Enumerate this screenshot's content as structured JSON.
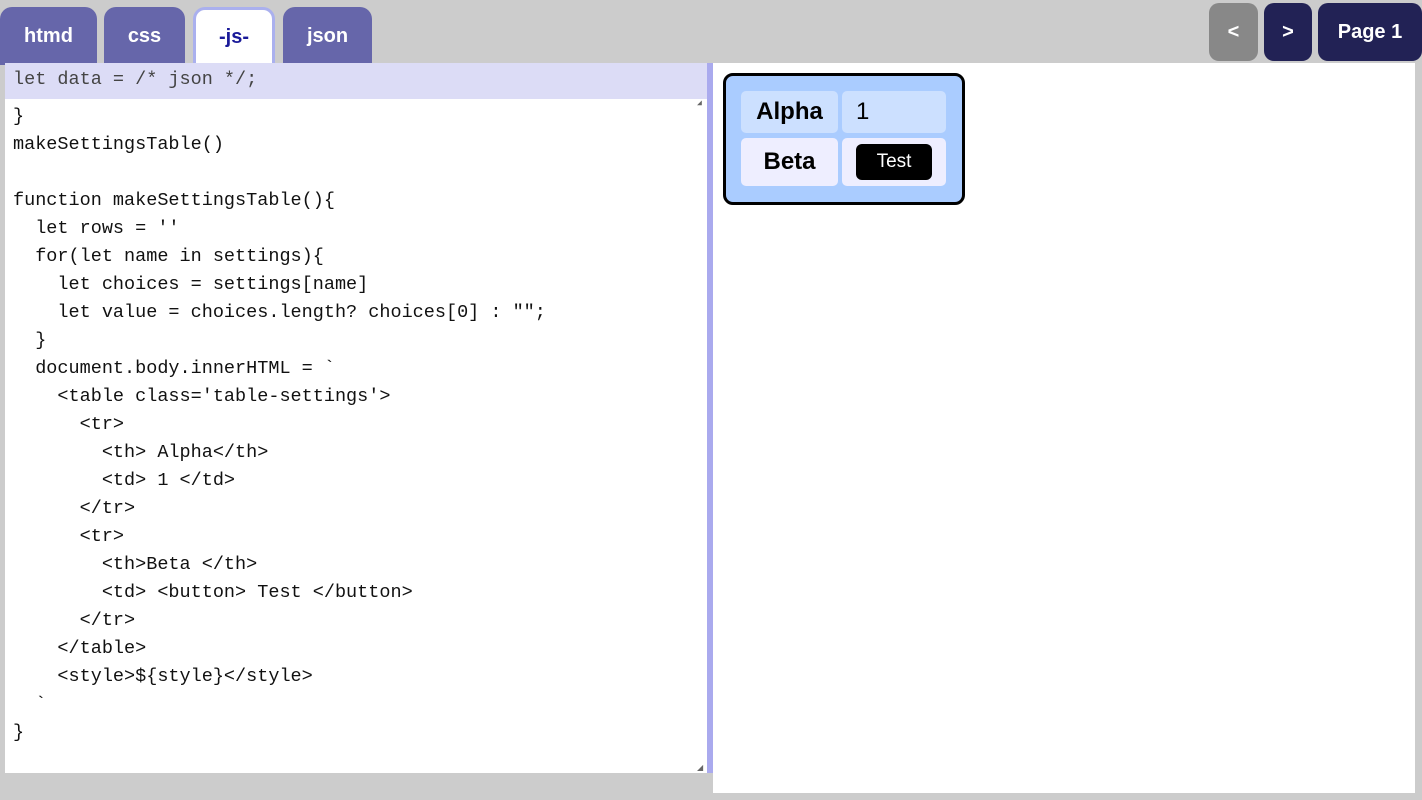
{
  "tabs": [
    {
      "label": "htmd"
    },
    {
      "label": "css"
    },
    {
      "label": "-js-",
      "active": true
    },
    {
      "label": "json"
    }
  ],
  "nav": {
    "prev": "<",
    "next": ">",
    "page": "Page 1"
  },
  "editor": {
    "header": "let data = /* json */;",
    "code": "  'beta' : words('a b c d e')\n}\nmakeSettingsTable()\n\nfunction makeSettingsTable(){\n  let rows = ''\n  for(let name in settings){\n    let choices = settings[name]\n    let value = choices.length? choices[0] : \"\";\n  }\n  document.body.innerHTML = `\n    <table class='table-settings'>\n      <tr>\n        <th> Alpha</th>\n        <td> 1 </td>\n      </tr>\n      <tr>\n        <th>Beta </th>\n        <td> <button> Test </button>\n      </tr>\n    </table>\n    <style>${style}</style>\n  `\n}"
  },
  "preview": {
    "rows": [
      {
        "label": "Alpha",
        "value": "1"
      },
      {
        "label": "Beta",
        "button": "Test"
      }
    ]
  },
  "colors": {
    "tab": "#6666aa",
    "nav": "#222255",
    "card": "#aaccff"
  }
}
